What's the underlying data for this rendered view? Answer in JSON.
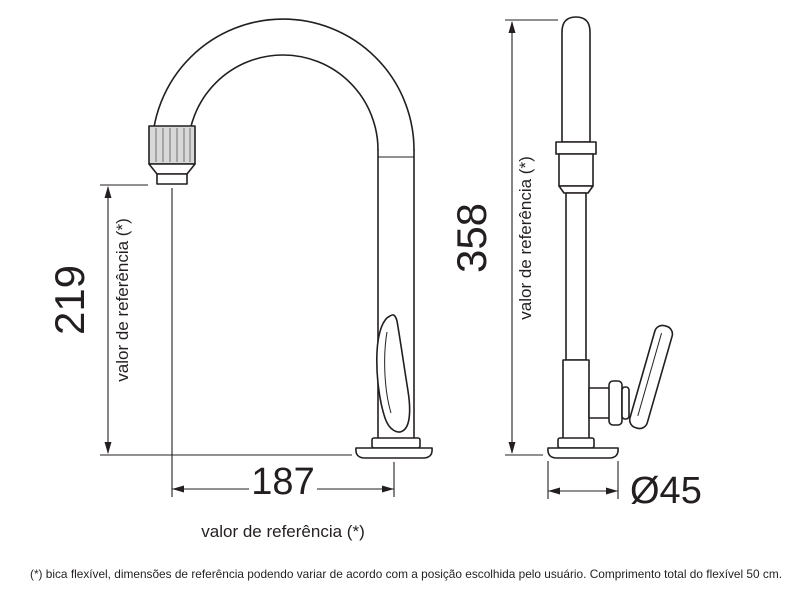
{
  "drawing": {
    "front_view": {
      "height_dim": {
        "value": "219",
        "label": "valor de referência (*)"
      },
      "width_dim": {
        "value": "187",
        "label": "valor de referência (*)"
      }
    },
    "side_view": {
      "height_dim": {
        "value": "358",
        "label": "valor de referência (*)"
      },
      "base_diameter": {
        "value": "Ø45"
      }
    },
    "footnote": "(*) bica flexível, dimensões de referência podendo variar de acordo com a posição escolhida pelo usuário. Comprimento total do flexível 50 cm.",
    "colors": {
      "line": "#231f20",
      "background": "#ffffff",
      "aerator_shade": "#d8d8d8"
    }
  }
}
